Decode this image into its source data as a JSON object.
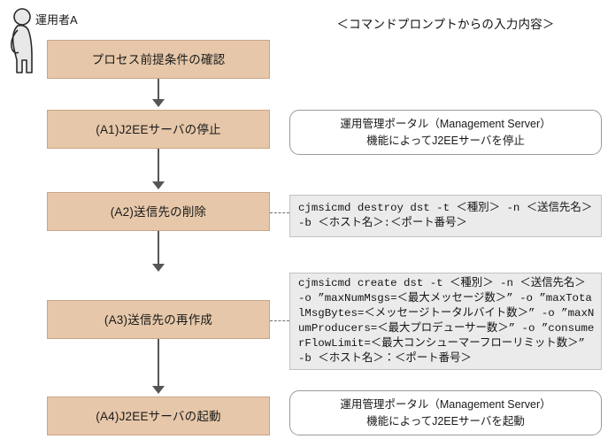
{
  "diagram": {
    "actor": {
      "icon": "person-actor-icon",
      "label": "運用者A"
    },
    "right_column_header": "＜コマンドプロンプトからの入力内容＞",
    "colors": {
      "process_fill": "#e6c7a9",
      "process_border": "#c9a584",
      "command_fill": "#ebebeb",
      "command_border": "#c2c2c2",
      "note_fill": "#ffffff",
      "note_border": "#9a9a9a",
      "connector": "#555555",
      "dashed_connector": "#6f6f6f",
      "text": "#1a1a1a",
      "background": "#ffffff"
    },
    "steps": [
      {
        "id": "step-0",
        "label": "プロセス前提条件の確認",
        "side_note": null
      },
      {
        "id": "step-a1",
        "label": "(A1)J2EEサーバの停止",
        "side_note": {
          "type": "note",
          "lines": [
            "運用管理ポータル（Management Server）",
            "機能によってJ2EEサーバを停止"
          ]
        }
      },
      {
        "id": "step-a2",
        "label": "(A2)送信先の削除",
        "side_note": {
          "type": "command",
          "text": "cjmsicmd destroy dst -t ＜種別＞ -n ＜送信先名＞ -b ＜ホスト名＞:＜ポート番号＞"
        }
      },
      {
        "id": "step-a3",
        "label": "(A3)送信先の再作成",
        "side_note": {
          "type": "command",
          "text": "cjmsicmd create dst -t ＜種別＞ -n ＜送信先名＞ -o ”maxNumMsgs=＜最大メッセージ数＞” -o ”maxTotalMsgBytes=＜メッセージトータルバイト数＞” -o ”maxNumProducers=＜最大プロデューサー数＞” -o ”consumerFlowLimit=＜最大コンシューマーフローリミット数＞” -b ＜ホスト名＞：＜ポート番号＞"
        }
      },
      {
        "id": "step-a4",
        "label": "(A4)J2EEサーバの起動",
        "side_note": {
          "type": "note",
          "lines": [
            "運用管理ポータル（Management Server）",
            "機能によってJ2EEサーバを起動"
          ]
        }
      }
    ]
  }
}
